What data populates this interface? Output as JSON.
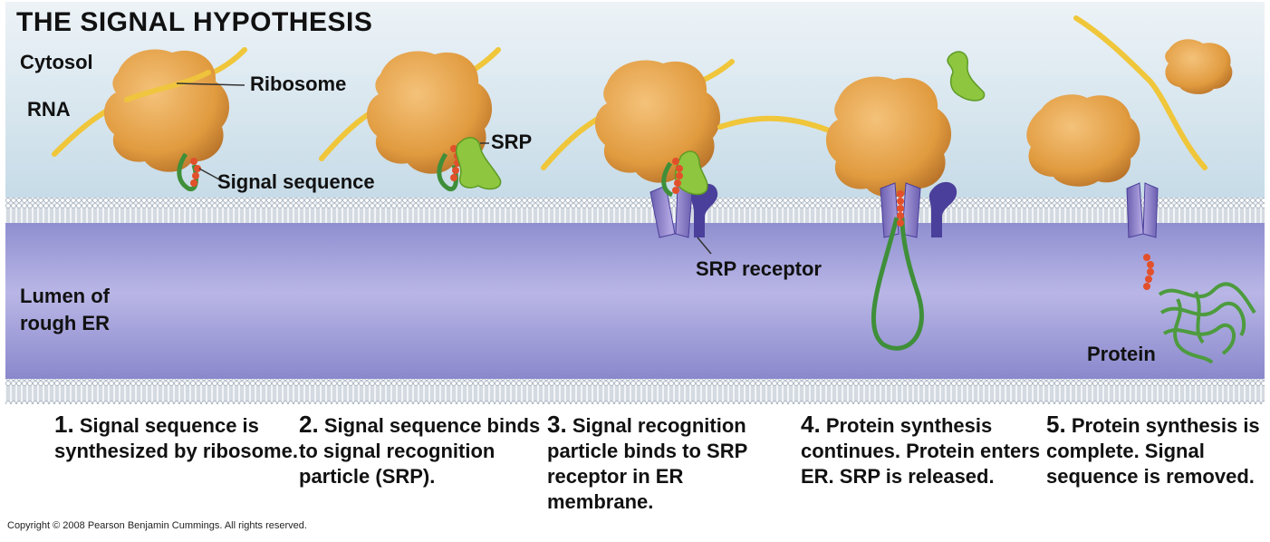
{
  "title": "THE SIGNAL HYPOTHESIS",
  "regions": {
    "cytosol": "Cytosol",
    "lumen_line1": "Lumen of",
    "lumen_line2": "rough ER"
  },
  "labels": {
    "rna": "RNA",
    "ribosome": "Ribosome",
    "signal_sequence": "Signal sequence",
    "srp": "SRP",
    "srp_receptor": "SRP receptor",
    "protein": "Protein"
  },
  "steps": [
    {
      "number": "1.",
      "text": "Signal sequence is synthesized by ribosome."
    },
    {
      "number": "2.",
      "text": "Signal sequence binds to signal recognition particle (SRP)."
    },
    {
      "number": "3.",
      "text": "Signal recognition particle binds to SRP receptor in ER membrane."
    },
    {
      "number": "4.",
      "text": "Protein synthesis continues. Protein enters ER. SRP is released."
    },
    {
      "number": "5.",
      "text": "Protein synthesis is complete. Signal sequence is removed."
    }
  ],
  "copyright": "Copyright © 2008 Pearson Benjamin Cummings. All rights reserved.",
  "colors": {
    "cytosol_top": "#e8f0f5",
    "cytosol_bottom": "#c9dde8",
    "lumen": "#6f6fb8",
    "ribosome": "#e3a24a",
    "rna": "#f0c63a",
    "srp": "#8ec63f",
    "receptor": "#4a3f9a",
    "translocon": "#8d7fc6",
    "signal_bead": "#e2502b",
    "protein": "#5fb04a"
  }
}
